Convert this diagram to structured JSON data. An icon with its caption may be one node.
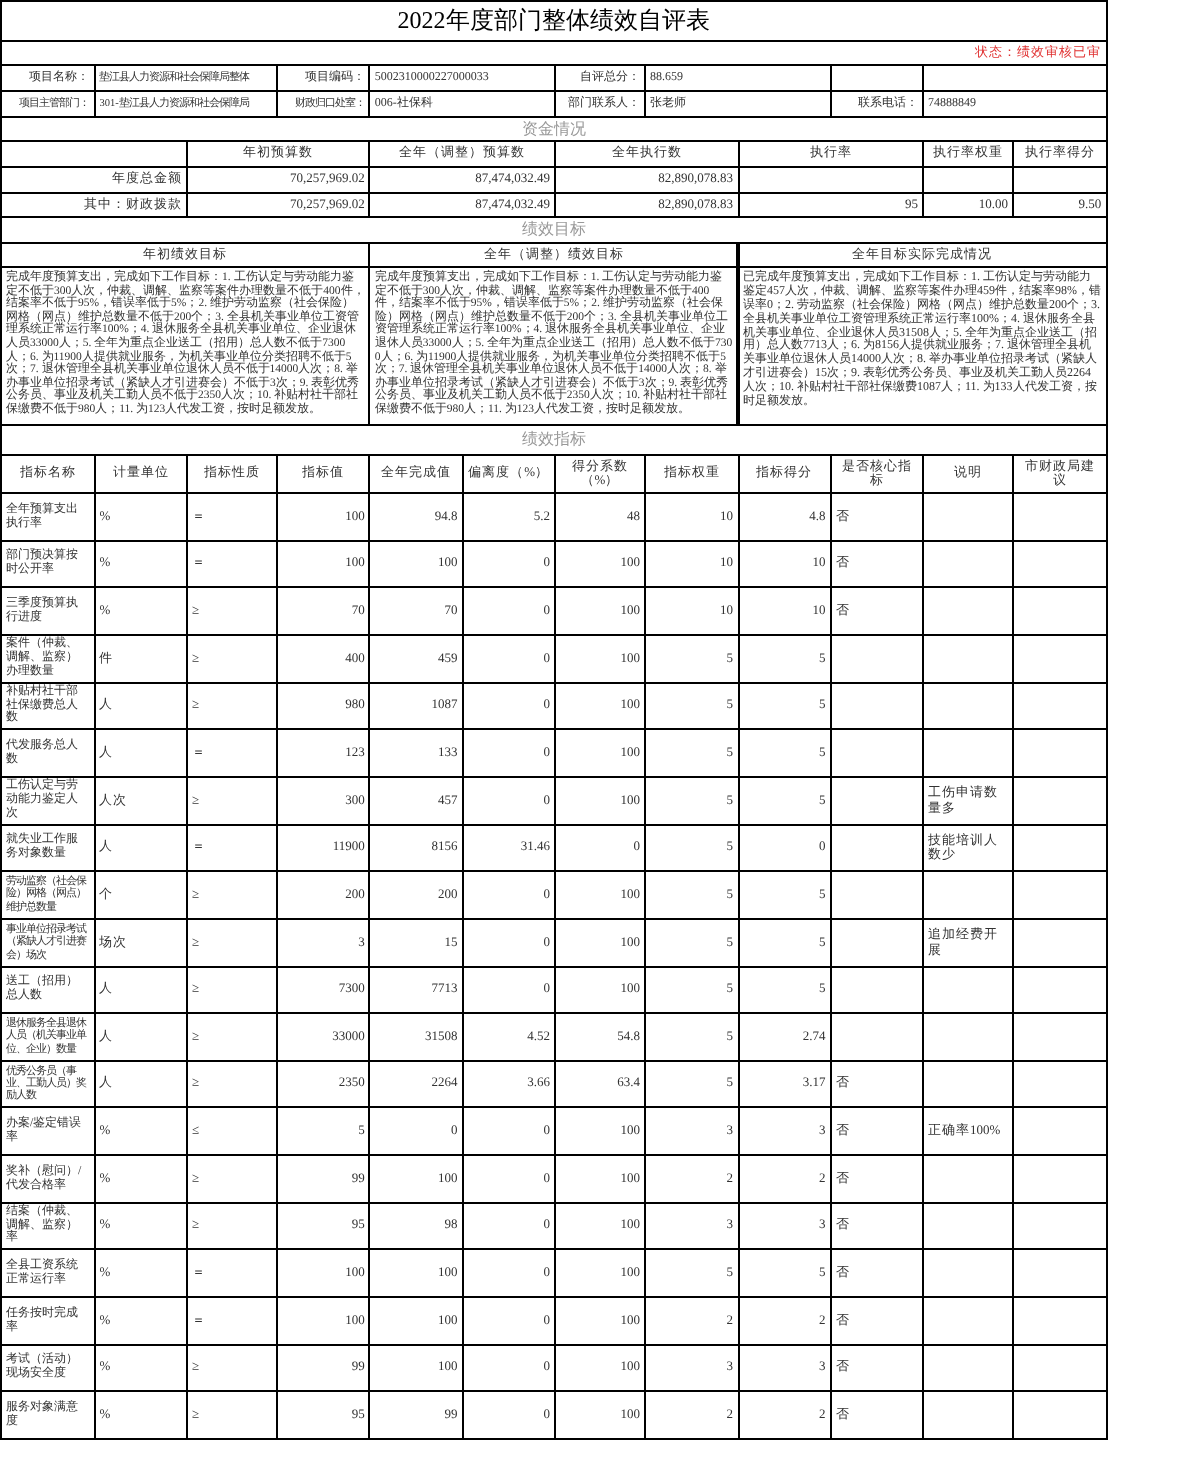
{
  "diagram": {
    "title": "2022年度部门整体绩效自评表",
    "labels": [
      "状态：绩效审核已审",
      "项目名称：",
      "垫江县人力资源和社会保障局整体",
      "项目编码：",
      "5002310000227000033",
      "自评总分：",
      "88.659",
      "项目主管部门：",
      "301-垫江县人力资源和社会保障局",
      "财政归口处室：",
      "006-社保科",
      "部门联系人：",
      "张老师",
      "联系电话：",
      "74888849",
      "资金情况",
      "年初预算数",
      "全年（调整）预算数",
      "全年执行数",
      "执行率",
      "执行率权重",
      "执行率得分",
      "年度总金额",
      "70,257,969.02",
      "87,474,032.49",
      "82,890,078.83",
      "其中：财政拨款",
      "70,257,969.02",
      "87,474,032.49",
      "82,890,078.83",
      "95",
      "10.00",
      "9.50",
      "绩效目标",
      "年初绩效目标",
      "全年（调整）绩效目标",
      "全年目标实际完成情况",
      "完成年度预算支出，完成如下工作目标：1. 工伤认定与劳动能力鉴定不低于300人次，仲裁、调解、监察等案件办理数量不低于400件，结案率不低于95%，错误率低于5%；2. 维护劳动监察（社会保险）网格（网点）维护总数量不低于200个；3. 全县机关事业单位工资管理系统正常运行率100%；4. 退休服务全县机关事业单位、企业退休人员33000人；5. 全年为重点企业送工（招用）总人数不低于7300人；6. 为11900人提供就业服务，为机关事业单位分类招聘不低于5次；7. 退休管理全县机关事业单位退休人员不低于14000人次；8. 举办事业单位招录考试（紧缺人才引进赛会）不低于3次；9. 表彰优秀公务员、事业及机关工勤人员不低于2350人次；10. 补贴村社干部社保缴费不低于980人；11. 为123人代发工资，按时足额发放。",
      "完成年度预算支出，完成如下工作目标：1. 工伤认定与劳动能力鉴定不低于300人次，仲裁、调解、监察等案件办理数量不低于400件，结案率不低于95%，错误率低于5%；2. 维护劳动监察（社会保险）网格（网点）维护总数量不低于200个；3. 全县机关事业单位工资管理系统正常运行率100%；4. 退休服务全县机关事业单位、企业退休人员33000人；5. 全年为重点企业送工（招用）总人数不低于7300人；6. 为11900人提供就业服务，为机关事业单位分类招聘不低于5次；7. 退休管理全县机关事业单位退休人员不低于14000人次；8. 举办事业单位招录考试（紧缺人才引进赛会）不低于3次；9. 表彰优秀公务员、事业及机关工勤人员不低于2350人次；10. 补贴村社干部社保缴费不低于980人；11. 为123人代发工资，按时足额发放。",
      "已完成年度预算支出，完成如下工作目标：1. 工伤认定与劳动能力鉴定457人次，仲裁、调解、监察等案件办理459件，结案率98%，错误率0；2. 劳动监察（社会保险）网格（网点）维护总数量200个；3. 全县机关事业单位工资管理系统正常运行率100%；4. 退休服务全县机关事业单位、企业退休人员31508人；5. 全年为重点企业送工（招用）总人数7713人；6. 为8156人提供就业服务；7. 退休管理全县机关事业单位退休人员14000人次；8. 举办事业单位招录考试（紧缺人才引进赛会）15次；9. 表彰优秀公务员、事业及机关工勤人员2264人次；10. 补贴村社干部社保缴费1087人；11. 为133人代发工资，按时足额发放。",
      "绩效指标",
      "指标名称",
      "计量单位",
      "指标性质",
      "指标值",
      "全年完成值",
      "偏离度（%）",
      "得分系数（%）",
      "指标权重",
      "指标得分",
      "是否核心指标",
      "说明",
      "市财政局建议",
      "全年预算支出执行率",
      "%",
      "＝",
      "100",
      "94.8",
      "5.2",
      "48",
      "10",
      "4.8",
      "否",
      "部门预决算按时公开率",
      "%",
      "＝",
      "100",
      "100",
      "0",
      "100",
      "10",
      "10",
      "否",
      "三季度预算执行进度",
      "%",
      "≥",
      "70",
      "70",
      "0",
      "100",
      "10",
      "10",
      "否",
      "案件（仲裁、调解、监察）办理数量",
      "件",
      "≥",
      "400",
      "459",
      "0",
      "100",
      "5",
      "5",
      "补贴村社干部社保缴费总人数",
      "人",
      "≥",
      "980",
      "1087",
      "0",
      "100",
      "5",
      "5",
      "代发服务总人数",
      "人",
      "＝",
      "123",
      "133",
      "0",
      "100",
      "5",
      "5",
      "工伤认定与劳动能力鉴定人次",
      "人次",
      "≥",
      "300",
      "457",
      "0",
      "100",
      "5",
      "5",
      "工伤申请数量多",
      "就失业工作服务对象数量",
      "人",
      "＝",
      "11900",
      "8156",
      "31.46",
      "0",
      "5",
      "0",
      "技能培训人数少",
      "劳动监察（社会保险）网格（网点）维护总数量",
      "个",
      "≥",
      "200",
      "200",
      "0",
      "100",
      "5",
      "5",
      "事业单位招录考试（紧缺人才引进赛会）场次",
      "场次",
      "≥",
      "3",
      "15",
      "0",
      "100",
      "5",
      "5",
      "追加经费开展",
      "送工（招用）总人数",
      "人",
      "≥",
      "7300",
      "7713",
      "0",
      "100",
      "5",
      "5",
      "退休服务全县退休人员（机关事业单位、企业）数量",
      "人",
      "≥",
      "33000",
      "31508",
      "4.52",
      "54.8",
      "5",
      "2.74",
      "优秀公务员（事业、工勤人员）奖励人数",
      "人",
      "≥",
      "2350",
      "2264",
      "3.66",
      "63.4",
      "5",
      "3.17",
      "否",
      "办案/鉴定错误率",
      "%",
      "≤",
      "5",
      "0",
      "0",
      "100",
      "3",
      "3",
      "否",
      "正确率100%",
      "奖补（慰问）/代发合格率",
      "%",
      "≥",
      "99",
      "100",
      "0",
      "100",
      "2",
      "2",
      "否",
      "结案（仲裁、调解、监察）率",
      "%",
      "≥",
      "95",
      "98",
      "0",
      "100",
      "3",
      "3",
      "否",
      "全县工资系统正常运行率",
      "%",
      "＝",
      "100",
      "100",
      "0",
      "100",
      "5",
      "5",
      "否",
      "任务按时完成率",
      "%",
      "＝",
      "100",
      "100",
      "0",
      "100",
      "2",
      "2",
      "否",
      "考试（活动）现场安全度",
      "%",
      "≥",
      "99",
      "100",
      "0",
      "100",
      "3",
      "3",
      "否",
      "服务对象满意度",
      "%",
      "≥",
      "95",
      "99",
      "0",
      "100",
      "2",
      "2",
      "否"
    ]
  }
}
